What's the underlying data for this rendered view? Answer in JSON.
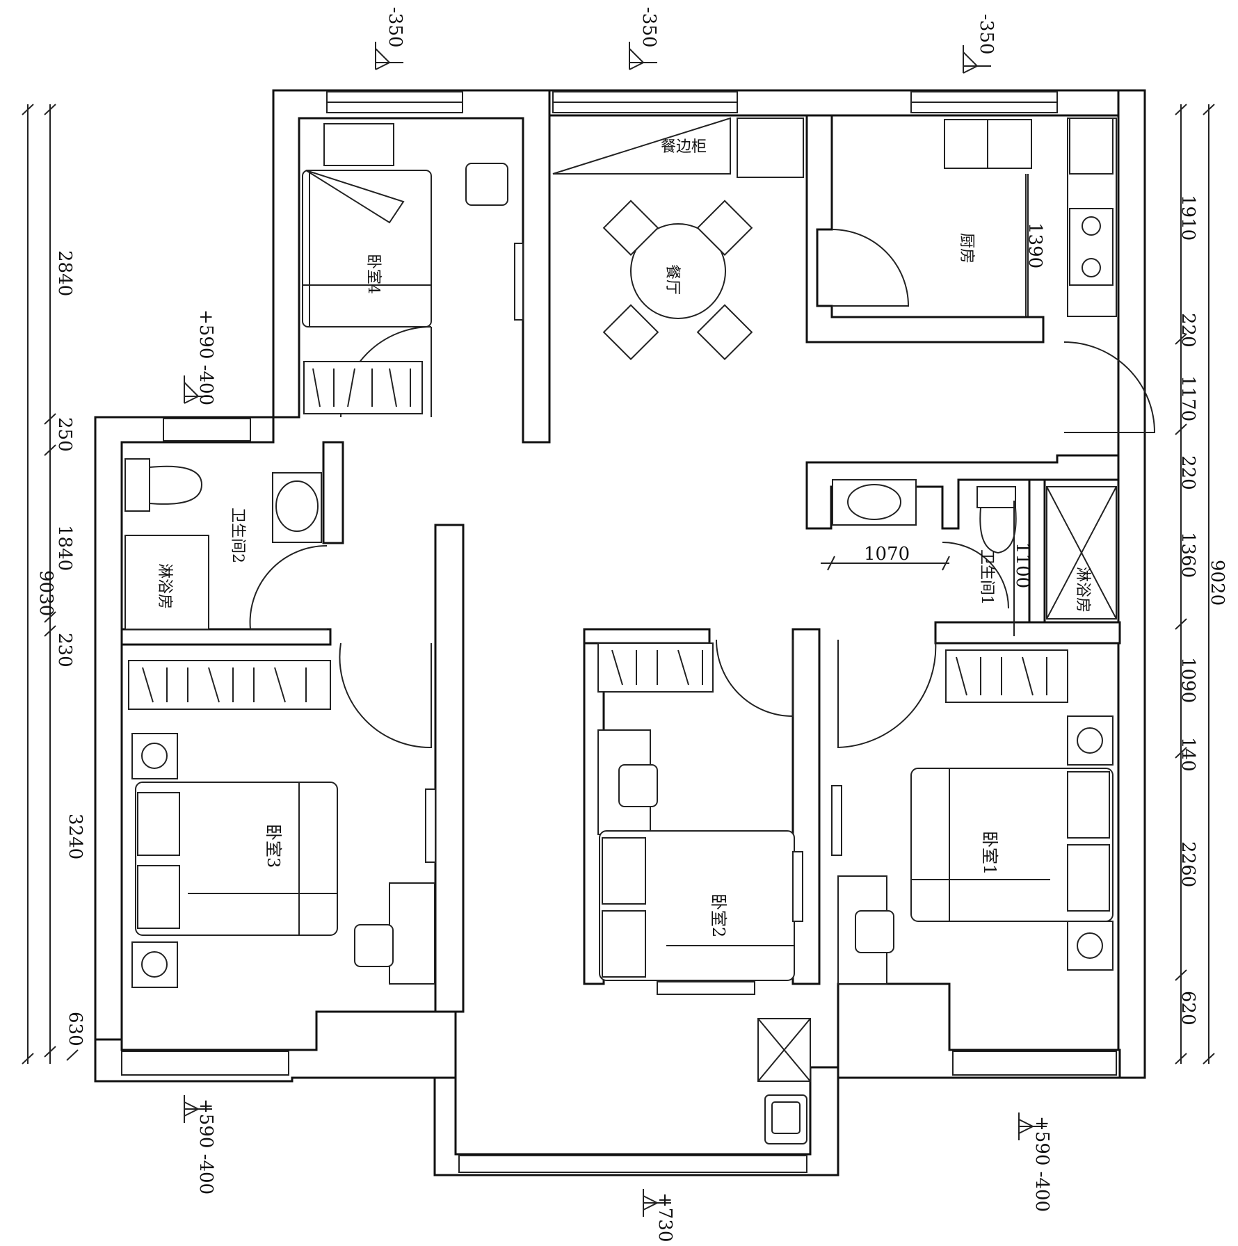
{
  "rooms": {
    "bedroom1": "卧室1",
    "bedroom2": "卧室2",
    "bedroom3": "卧室3",
    "bedroom4": "卧室4",
    "dining": "餐厅",
    "kitchen": "厨房",
    "bathroom1": "卫生间1",
    "bathroom2": "卫生间2",
    "shower_a": "淋浴房",
    "shower_b": "淋浴房",
    "sideboard": "餐边柜"
  },
  "dimensions": {
    "left_outer_total": "9030",
    "left_seg_2840": "2840",
    "left_seg_250": "250",
    "left_seg_1840": "1840",
    "left_seg_230": "230",
    "left_seg_3240": "3240",
    "left_seg_630": "630",
    "right_outer_total": "9020",
    "right_seg_1910": "1910",
    "right_seg_220a": "220",
    "right_seg_1170": "1170",
    "right_seg_220b": "220",
    "right_seg_1360": "1360",
    "right_seg_1090": "1090",
    "right_seg_140": "140",
    "right_seg_2260": "2260",
    "right_seg_620": "620",
    "kitchen_1390": "1390",
    "bath_1070": "1070",
    "bath_1100": "1100"
  },
  "levels": {
    "top_left": "-350",
    "top_mid": "-350",
    "top_right": "-350",
    "mid_left": "+590 -400",
    "bottom_left": "+590 -400",
    "bottom_right": "+590 -400",
    "bottom_mid": "+730"
  }
}
